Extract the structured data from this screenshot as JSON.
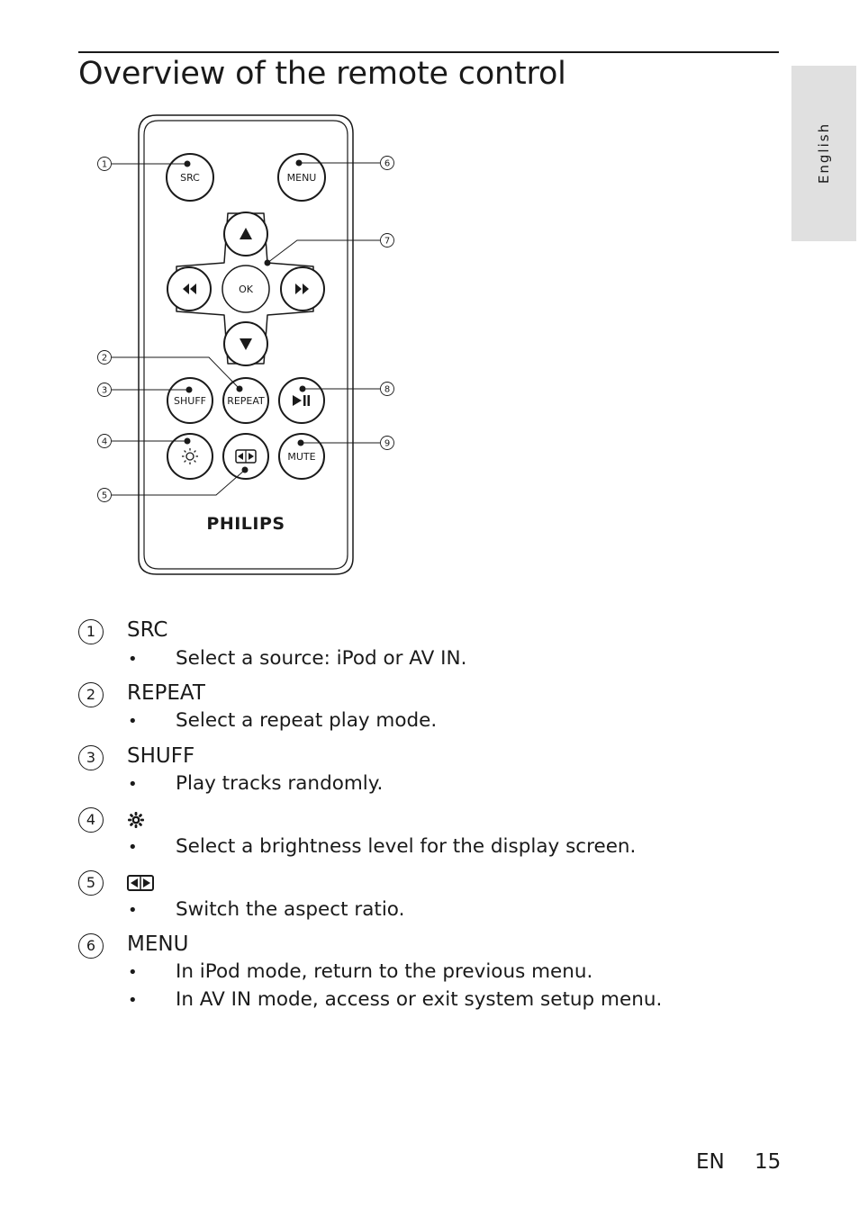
{
  "page": {
    "title": "Overview of the remote control",
    "side_tab": "English",
    "footer": {
      "lang": "EN",
      "page_number": "15"
    }
  },
  "figure": {
    "brand": "PHILIPS",
    "buttons": {
      "src": "SRC",
      "menu": "MENU",
      "ok": "OK",
      "shuff": "SHUFF",
      "repeat": "REPEAT",
      "mute": "MUTE"
    },
    "callouts": [
      "1",
      "2",
      "3",
      "4",
      "5",
      "6",
      "7",
      "8",
      "9"
    ]
  },
  "legend": [
    {
      "num": "1",
      "title": "SRC",
      "icon": "",
      "bullets": [
        "Select a source: iPod or AV IN."
      ]
    },
    {
      "num": "2",
      "title": "REPEAT",
      "icon": "",
      "bullets": [
        "Select a repeat play mode."
      ]
    },
    {
      "num": "3",
      "title": "SHUFF",
      "icon": "",
      "bullets": [
        "Play tracks randomly."
      ]
    },
    {
      "num": "4",
      "title": "",
      "icon": "brightness-icon",
      "bullets": [
        "Select a brightness level for the display screen."
      ]
    },
    {
      "num": "5",
      "title": "",
      "icon": "aspect-ratio-icon",
      "bullets": [
        "Switch the aspect ratio."
      ]
    },
    {
      "num": "6",
      "title": "MENU",
      "icon": "",
      "bullets": [
        "In iPod mode, return to the previous menu.",
        "In AV IN mode, access or exit system setup menu."
      ]
    }
  ],
  "bullet_symbol": "•"
}
